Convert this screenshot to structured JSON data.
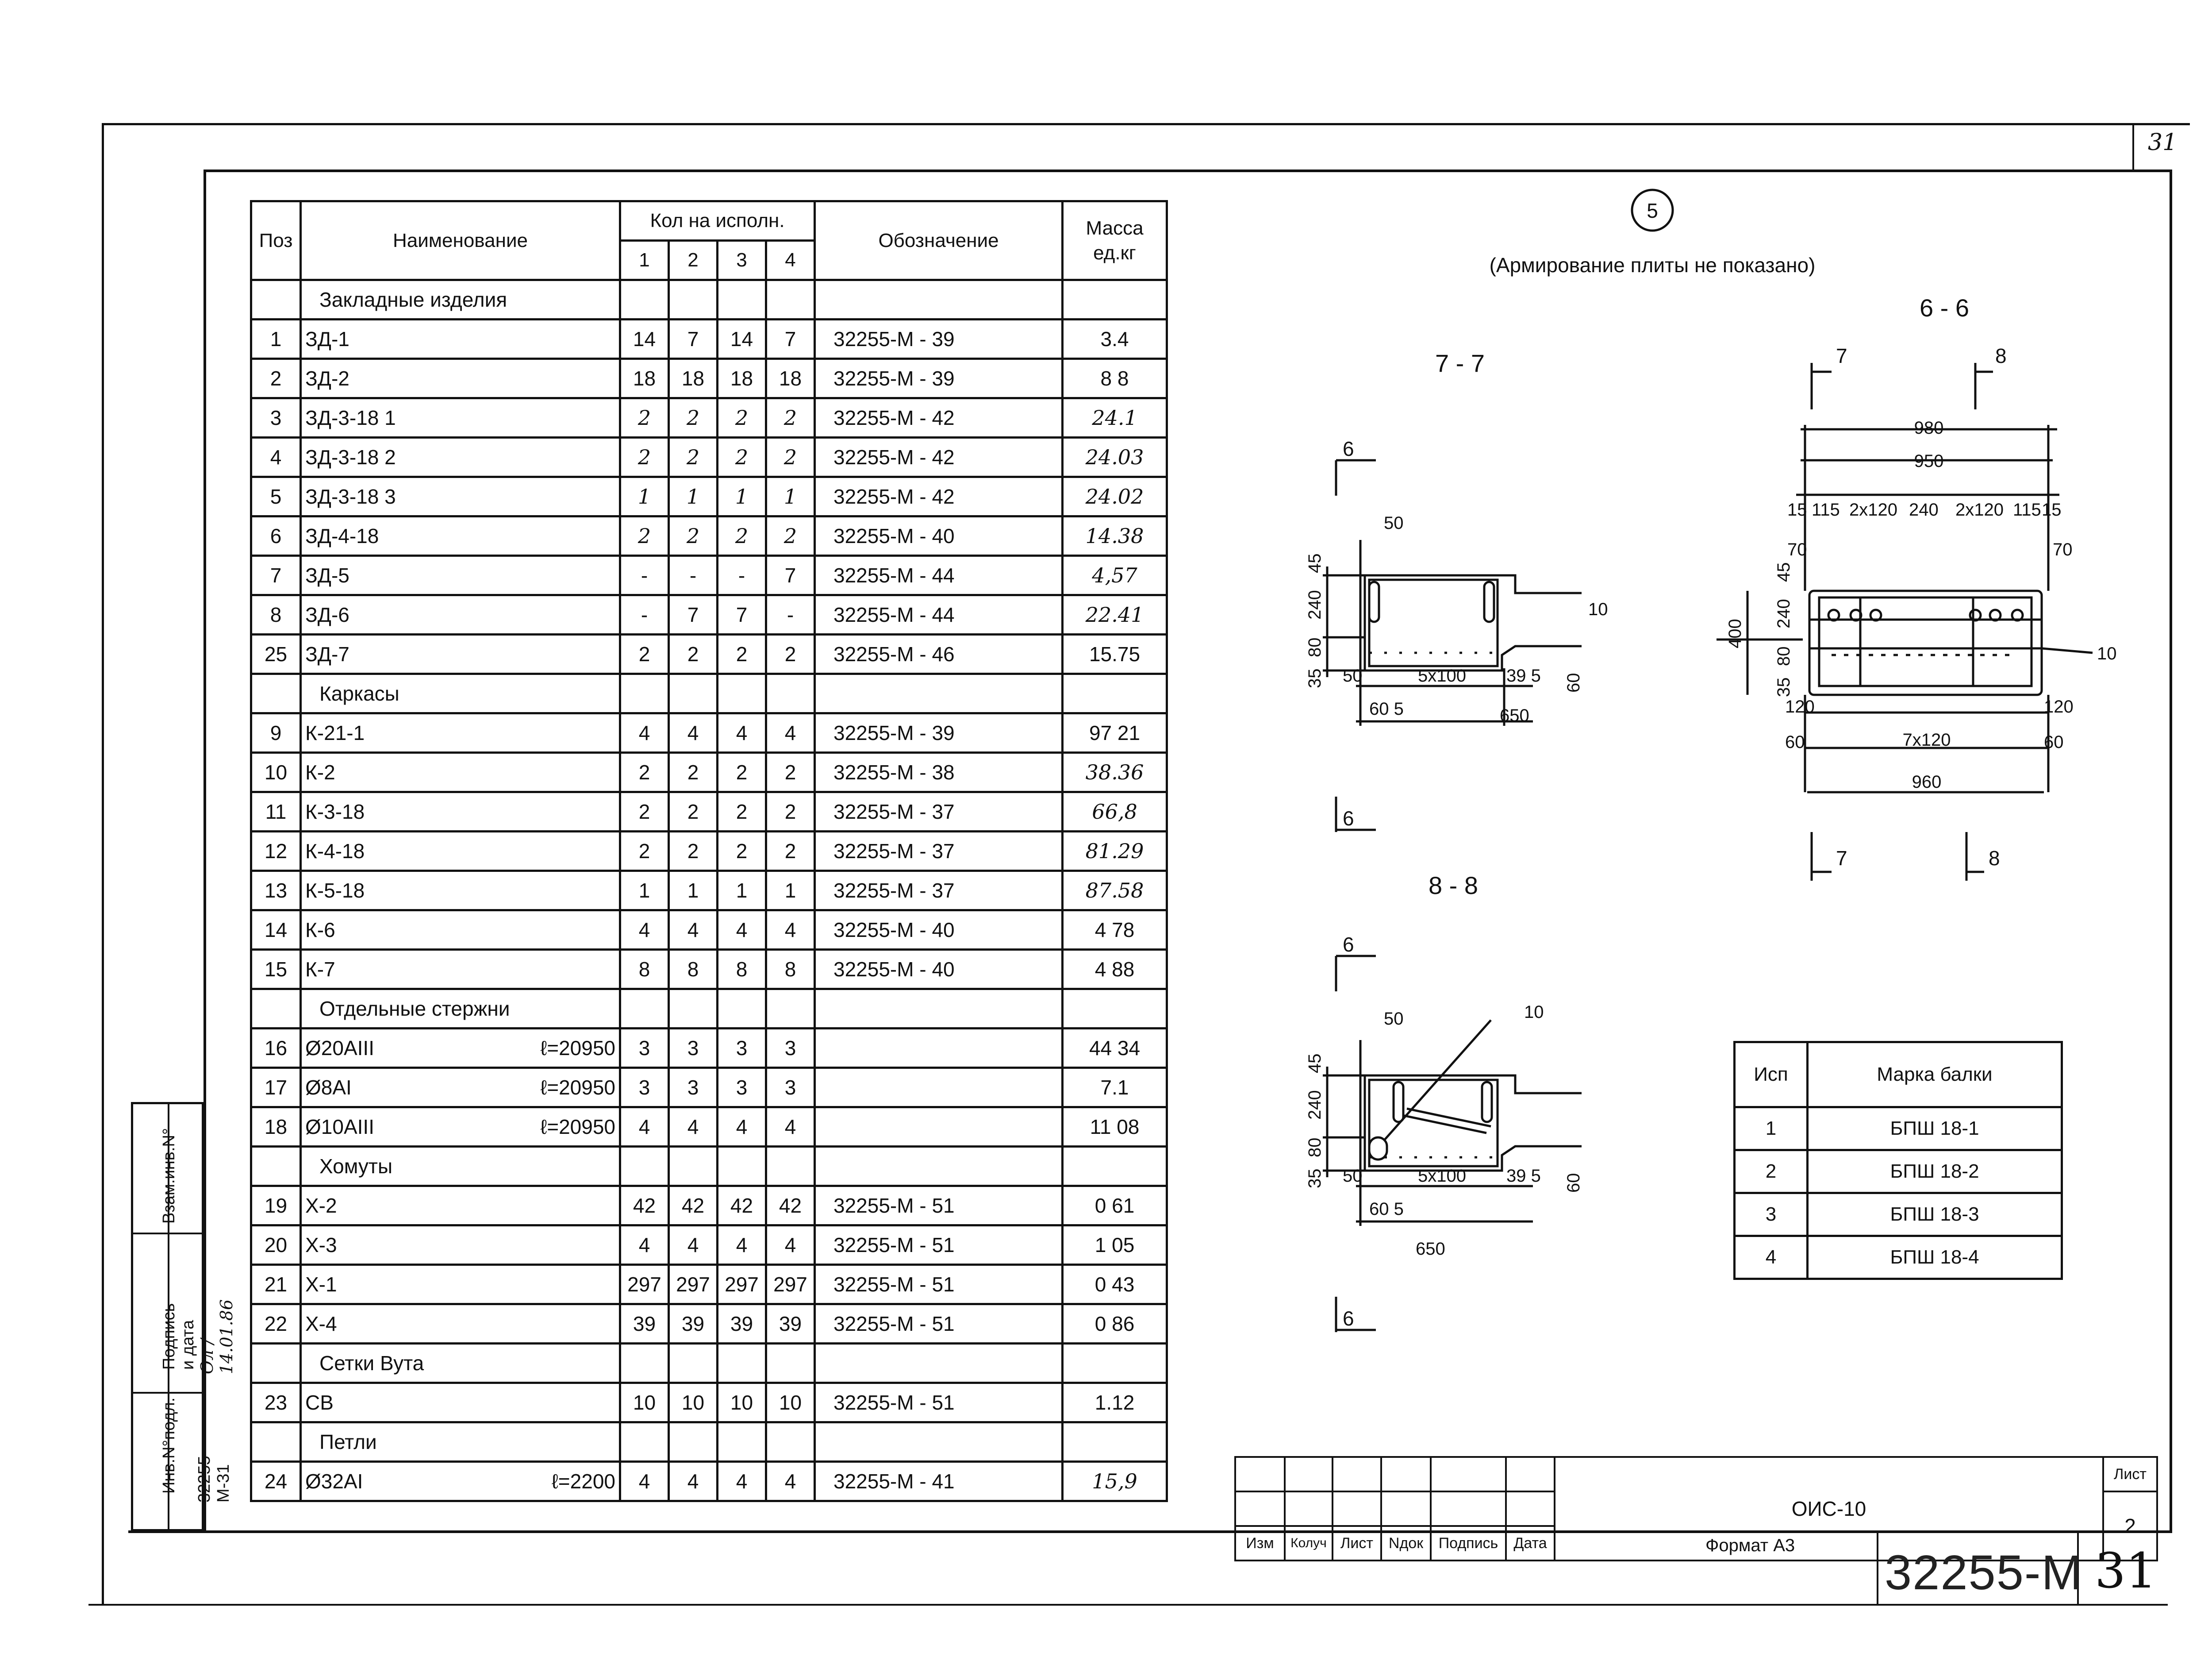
{
  "sheet_corner": "31",
  "spec_table": {
    "headers": {
      "pos": "Поз",
      "name": "Наименование",
      "qty_group": "Кол на исполн.",
      "qty_cols": [
        "1",
        "2",
        "3",
        "4"
      ],
      "designation": "Обозначение",
      "mass": "Масса ед.кг"
    },
    "rows": [
      {
        "section": "Закладные изделия"
      },
      {
        "pos": "1",
        "name": "ЗД-1",
        "q1": "14",
        "q2": "7",
        "q3": "14",
        "q4": "7",
        "des": "32255-М - 39",
        "mass": "3.4"
      },
      {
        "pos": "2",
        "name": "ЗД-2",
        "q1": "18",
        "q2": "18",
        "q3": "18",
        "q4": "18",
        "des": "32255-М - 39",
        "mass": "8 8"
      },
      {
        "pos": "3",
        "name": "ЗД-3-18 1",
        "q1": "2",
        "q2": "2",
        "q3": "2",
        "q4": "2",
        "des": "32255-М - 42",
        "mass": "24.1"
      },
      {
        "pos": "4",
        "name": "ЗД-3-18 2",
        "q1": "2",
        "q2": "2",
        "q3": "2",
        "q4": "2",
        "des": "32255-М - 42",
        "mass": "24.03"
      },
      {
        "pos": "5",
        "name": "ЗД-3-18 3",
        "q1": "1",
        "q2": "1",
        "q3": "1",
        "q4": "1",
        "des": "32255-М - 42",
        "mass": "24.02"
      },
      {
        "pos": "6",
        "name": "ЗД-4-18",
        "q1": "2",
        "q2": "2",
        "q3": "2",
        "q4": "2",
        "des": "32255-М - 40",
        "mass": "14.38"
      },
      {
        "pos": "7",
        "name": "ЗД-5",
        "q1": "-",
        "q2": "-",
        "q3": "-",
        "q4": "7",
        "des": "32255-М - 44",
        "mass": "4,57"
      },
      {
        "pos": "8",
        "name": "ЗД-6",
        "q1": "-",
        "q2": "7",
        "q3": "7",
        "q4": "-",
        "des": "32255-М - 44",
        "mass": "22.41"
      },
      {
        "pos": "25",
        "name": "ЗД-7",
        "q1": "2",
        "q2": "2",
        "q3": "2",
        "q4": "2",
        "des": "32255-М - 46",
        "mass": "15.75"
      },
      {
        "section": "Каркасы"
      },
      {
        "pos": "9",
        "name": "К-21-1",
        "q1": "4",
        "q2": "4",
        "q3": "4",
        "q4": "4",
        "des": "32255-М - 39",
        "mass": "97 21"
      },
      {
        "pos": "10",
        "name": "К-2",
        "q1": "2",
        "q2": "2",
        "q3": "2",
        "q4": "2",
        "des": "32255-М - 38",
        "mass": "38.36"
      },
      {
        "pos": "11",
        "name": "К-3-18",
        "q1": "2",
        "q2": "2",
        "q3": "2",
        "q4": "2",
        "des": "32255-М - 37",
        "mass": "66,8"
      },
      {
        "pos": "12",
        "name": "К-4-18",
        "q1": "2",
        "q2": "2",
        "q3": "2",
        "q4": "2",
        "des": "32255-М - 37",
        "mass": "81.29"
      },
      {
        "pos": "13",
        "name": "К-5-18",
        "q1": "1",
        "q2": "1",
        "q3": "1",
        "q4": "1",
        "des": "32255-М - 37",
        "mass": "87.58"
      },
      {
        "pos": "14",
        "name": "К-6",
        "q1": "4",
        "q2": "4",
        "q3": "4",
        "q4": "4",
        "des": "32255-М - 40",
        "mass": "4 78"
      },
      {
        "pos": "15",
        "name": "К-7",
        "q1": "8",
        "q2": "8",
        "q3": "8",
        "q4": "8",
        "des": "32255-М - 40",
        "mass": "4 88"
      },
      {
        "section": "Отдельные стержни"
      },
      {
        "pos": "16",
        "name": "Ø20АIII",
        "len": "ℓ=20950",
        "q1": "3",
        "q2": "3",
        "q3": "3",
        "q4": "3",
        "des": "",
        "mass": "44 34"
      },
      {
        "pos": "17",
        "name": "Ø8АI",
        "len": "ℓ=20950",
        "q1": "3",
        "q2": "3",
        "q3": "3",
        "q4": "3",
        "des": "",
        "mass": "7.1"
      },
      {
        "pos": "18",
        "name": "Ø10АIII",
        "len": "ℓ=20950",
        "q1": "4",
        "q2": "4",
        "q3": "4",
        "q4": "4",
        "des": "",
        "mass": "11 08"
      },
      {
        "section": "Хомуты"
      },
      {
        "pos": "19",
        "name": "Х-2",
        "q1": "42",
        "q2": "42",
        "q3": "42",
        "q4": "42",
        "des": "32255-М - 51",
        "mass": "0 61"
      },
      {
        "pos": "20",
        "name": "Х-3",
        "q1": "4",
        "q2": "4",
        "q3": "4",
        "q4": "4",
        "des": "32255-М - 51",
        "mass": "1 05"
      },
      {
        "pos": "21",
        "name": "Х-1",
        "q1": "297",
        "q2": "297",
        "q3": "297",
        "q4": "297",
        "des": "32255-М - 51",
        "mass": "0 43"
      },
      {
        "pos": "22",
        "name": "Х-4",
        "q1": "39",
        "q2": "39",
        "q3": "39",
        "q4": "39",
        "des": "32255-М - 51",
        "mass": "0 86"
      },
      {
        "section": "Сетки Вута"
      },
      {
        "pos": "23",
        "name": "СВ",
        "q1": "10",
        "q2": "10",
        "q3": "10",
        "q4": "10",
        "des": "32255-М - 51",
        "mass": "1.12"
      },
      {
        "section": "Петли"
      },
      {
        "pos": "24",
        "name": "Ø32АI",
        "len": "ℓ=2200",
        "q1": "4",
        "q2": "4",
        "q3": "4",
        "q4": "4",
        "des": "32255-М - 41",
        "mass": "15,9"
      }
    ]
  },
  "drawing": {
    "circle_label": "5",
    "note": "(Армирование плиты не показано)",
    "sec66": "6 - 6",
    "sec77": "7 - 7",
    "sec88": "8 - 8",
    "mark6": "6",
    "mark7": "7",
    "mark8": "8",
    "dims_77": {
      "d50": "50",
      "d45": "45",
      "d240": "240",
      "d80": "80",
      "d35": "35",
      "d60": "60",
      "d10": "10",
      "d5x100": "5x100",
      "d395": "39 5",
      "d605": "60 5",
      "d650": "650",
      "d50b": "50"
    },
    "dims_66": {
      "d980": "980",
      "d950": "950",
      "d15": "15",
      "d115": "115",
      "d2x120": "2x120",
      "d240": "240",
      "d70": "70",
      "d45": "45",
      "d400": "400",
      "d80": "80",
      "d35": "35",
      "d10": "10",
      "d120": "120",
      "d60": "60",
      "d7x120": "7x120",
      "d960": "960"
    }
  },
  "marks_table": {
    "headers": [
      "Исп",
      "Марка балки"
    ],
    "rows": [
      [
        "1",
        "БПШ 18-1"
      ],
      [
        "2",
        "БПШ 18-2"
      ],
      [
        "3",
        "БПШ 18-3"
      ],
      [
        "4",
        "БПШ 18-4"
      ]
    ]
  },
  "side_stamp": {
    "inv": "Инв.N°подл.",
    "inv_value": "32255-М-31",
    "sign": "Подпись и дата",
    "sign_value": "Ол / 14.01.86",
    "vzam": "Взам.инв.N°"
  },
  "title_block": {
    "cols": [
      "Изм",
      "Колуч",
      "Лист",
      "Nдок",
      "Подпись",
      "Дата"
    ],
    "doc": "ОИС-10",
    "sheet_label": "Лист",
    "sheet_no": "2",
    "format": "Формат А3",
    "code": "32255-М",
    "page": "31"
  }
}
